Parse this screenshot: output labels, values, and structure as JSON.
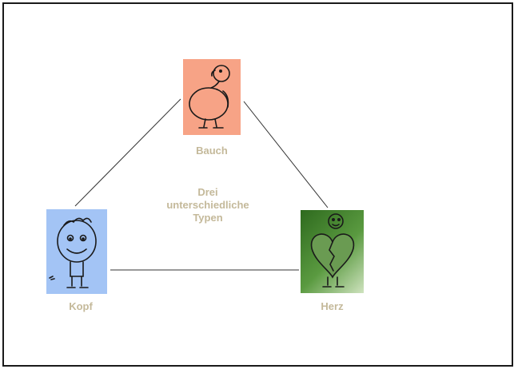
{
  "diagram": {
    "center_text": [
      "Drei",
      "unterschiedliche",
      "Typen"
    ],
    "nodes": {
      "bauch": {
        "label": "Bauch",
        "bg": "#f7a386"
      },
      "kopf": {
        "label": "Kopf",
        "bg": "#a3c4f5"
      },
      "herz": {
        "label": "Herz",
        "bg": "#3f7a2a"
      }
    },
    "label_color": "#c4b99a",
    "line_color": "#333333"
  }
}
